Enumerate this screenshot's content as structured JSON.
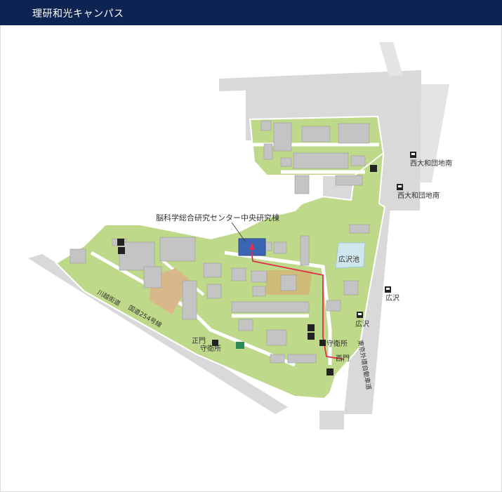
{
  "header": {
    "title": "理研和光キャンパス"
  },
  "colors": {
    "header_bg": "#0d2452",
    "campus_green": "#bfd98a",
    "building": "#c4c4c4",
    "road": "#d9d9d9",
    "route": "#e0304e",
    "field": "#d8b88a",
    "pond": "#cfe6ec",
    "target_building": "#3c64b4"
  },
  "map": {
    "target_building_label": "脳科学総合研究センター中央研究棟",
    "labels": {
      "station_north": "西大和団地南",
      "station_south": "西大和団地南",
      "hirosawa_pond": "広沢池",
      "hirosawa_1": "広沢",
      "hirosawa_2": "広沢",
      "main_gate": "正門",
      "guard_main": "守衛所",
      "guard_west": "守衛所",
      "west_gate": "西門",
      "road_kawagoe": "川越街道",
      "road_route254": "国道254号線",
      "expressway": "東京外環自動車道"
    },
    "icons": [
      "bus-stop-icon",
      "parking-icon",
      "accessible-parking-icon",
      "guard-icon",
      "info-icon"
    ]
  }
}
